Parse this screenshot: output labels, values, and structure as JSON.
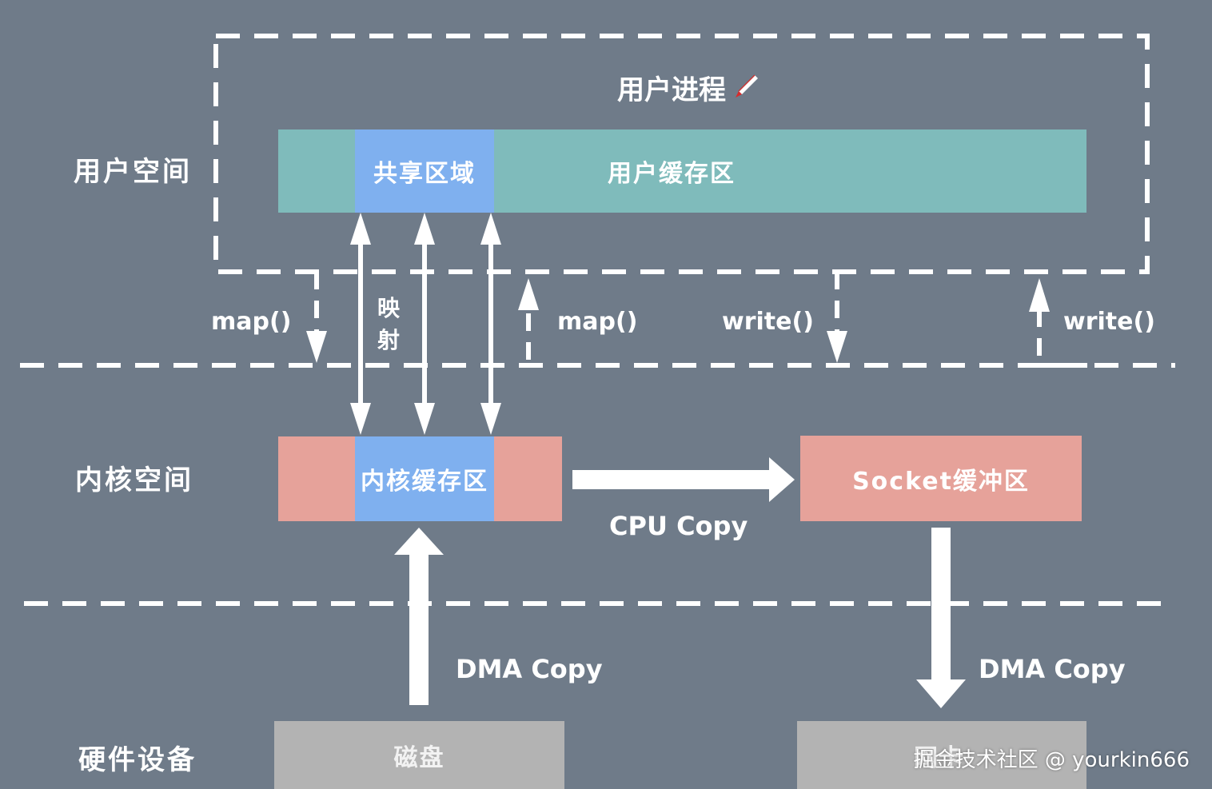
{
  "labels": {
    "user_process": "用户进程",
    "user_space": "用户空间",
    "kernel_space": "内核空间",
    "hardware": "硬件设备"
  },
  "boxes": {
    "shared_region": "共享区域",
    "user_buffer": "用户缓存区",
    "kernel_buffer": "内核缓存区",
    "socket_buffer": "Socket缓冲区",
    "disk": "磁盘",
    "nic": "网卡"
  },
  "edges": {
    "map_1": "map()",
    "mapping": "映射",
    "map_2": "map()",
    "write_1": "write()",
    "write_2": "write()",
    "cpu_copy": "CPU Copy",
    "dma_copy_1": "DMA Copy",
    "dma_copy_2": "DMA Copy"
  },
  "watermark": "掘金技术社区 @ yourkin666",
  "colors": {
    "background": "#6f7b89",
    "user_buffer": "#7fbbbb",
    "shared": "#7fb0ef",
    "kernel": "#e6a29a",
    "hardware": "#b3b3b3",
    "line": "#ffffff"
  }
}
